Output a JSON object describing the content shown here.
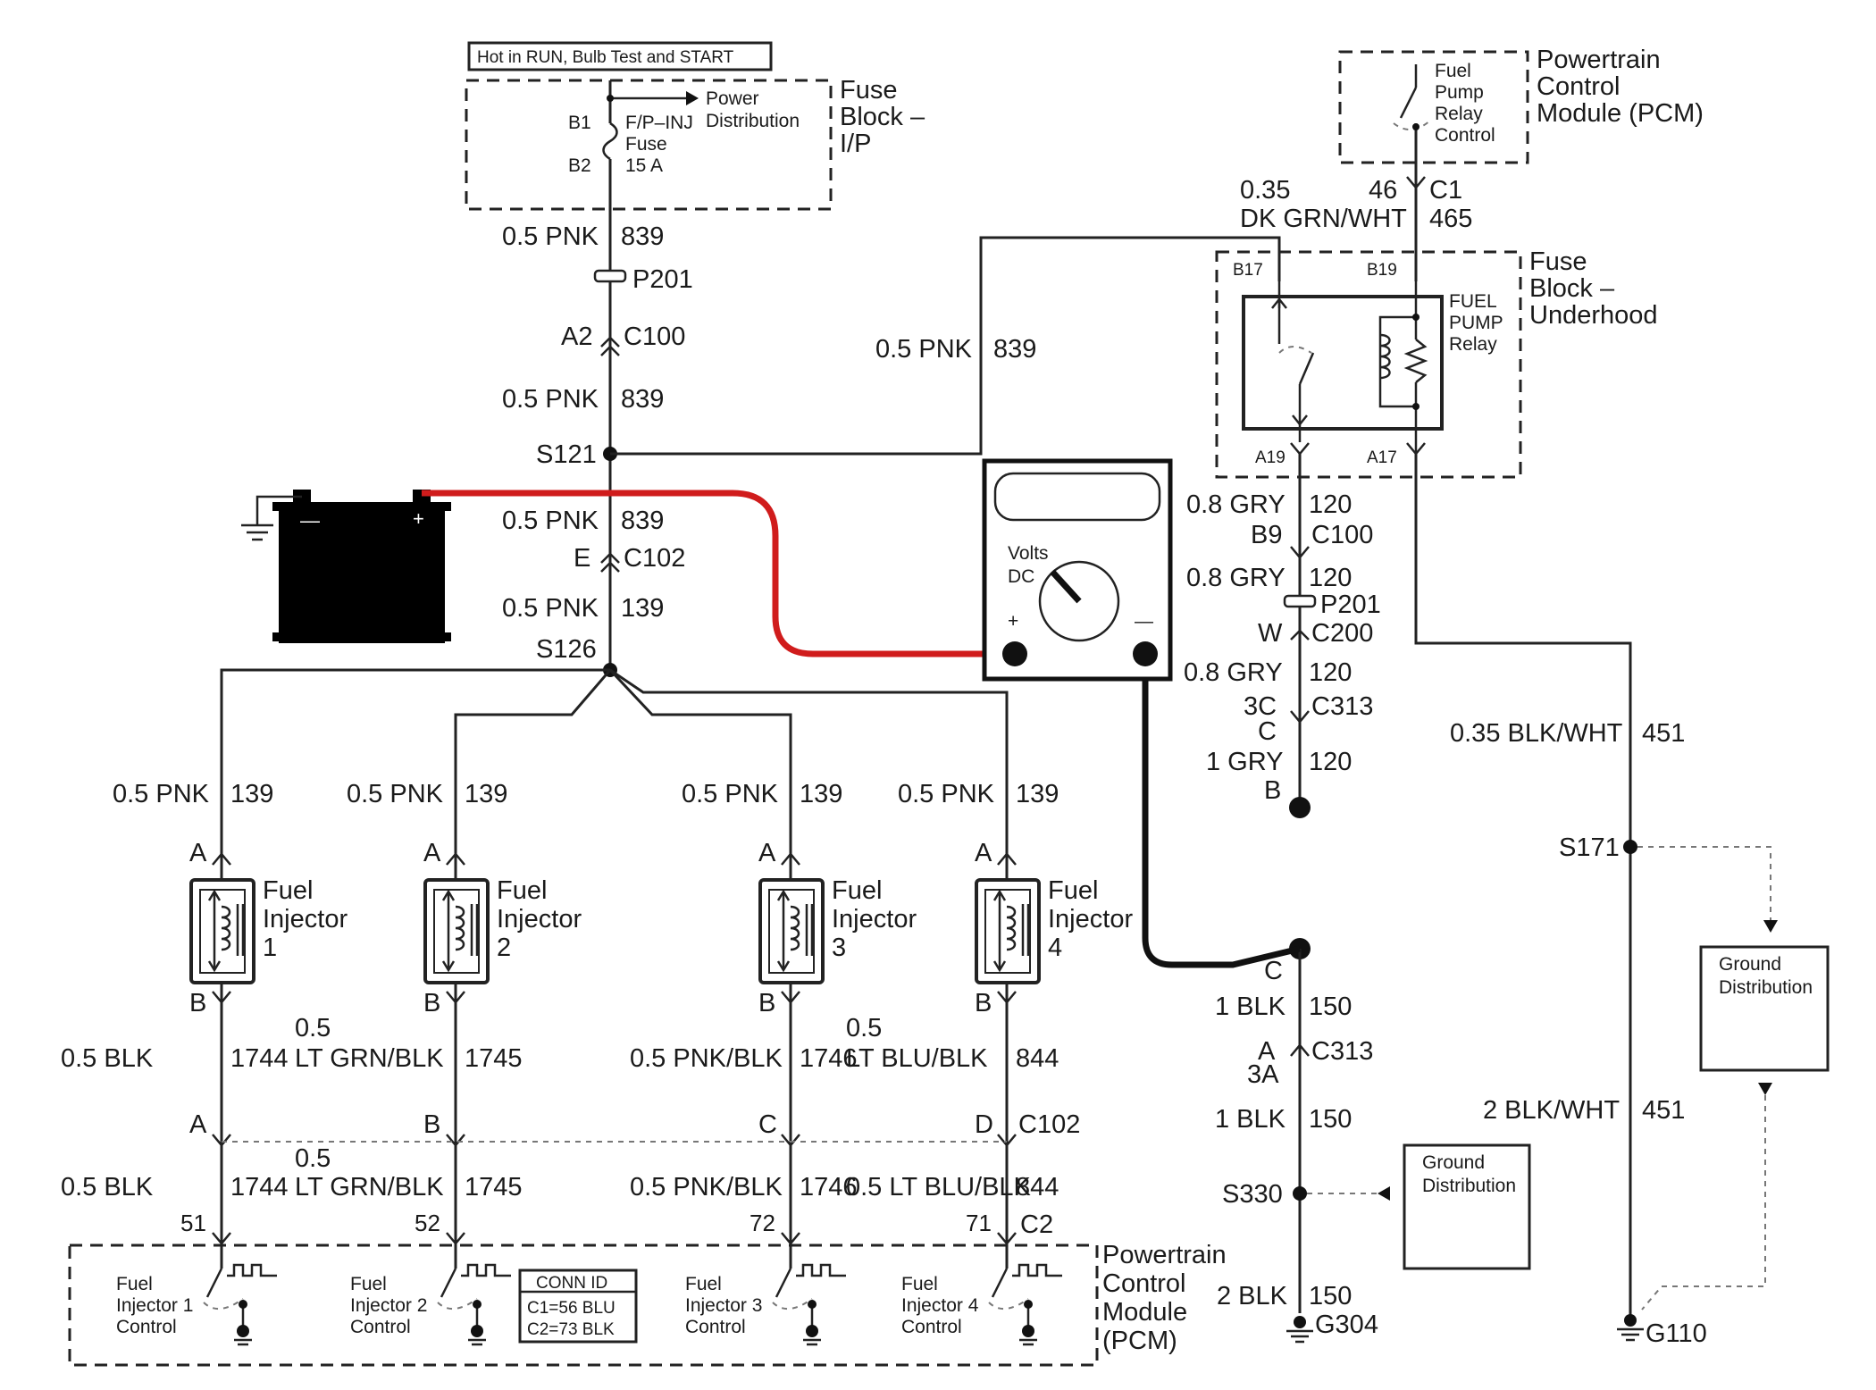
{
  "fuse_block_ip": {
    "hot_label": "Hot in RUN, Bulb Test and START",
    "title": [
      "Fuse",
      "Block –",
      "I/P"
    ],
    "pin_top": "B1",
    "pin_bottom": "B2",
    "fuse_label": [
      "F/P–INJ",
      "Fuse",
      "15 A"
    ],
    "power_dist": [
      "Power",
      "Distribution"
    ]
  },
  "pcm_top": {
    "title": [
      "Powertrain",
      "Control",
      "Module (PCM)"
    ],
    "relay_control": [
      "Fuel",
      "Pump",
      "Relay",
      "Control"
    ]
  },
  "fuse_block_underhood": {
    "title": [
      "Fuse",
      "Block –",
      "Underhood"
    ],
    "relay_label": [
      "FUEL",
      "PUMP",
      "Relay"
    ],
    "pins": {
      "b17": "B17",
      "b19": "B19",
      "a19": "A19",
      "a17": "A17"
    }
  },
  "main_feed": {
    "w1_gauge": "0.5 PNK",
    "w1_circ": "839",
    "p201": "P201",
    "a2": "A2",
    "c100": "C100",
    "w2_gauge": "0.5 PNK",
    "w2_circ": "839",
    "s121": "S121",
    "w3_gauge": "0.5 PNK",
    "w3_circ": "839",
    "e": "E",
    "c102": "C102",
    "w4_gauge": "0.5 PNK",
    "w4_circ": "139",
    "s126": "S126"
  },
  "relay_feed": {
    "top_gauge": "0.35",
    "top_color": "DK GRN/WHT",
    "pin46": "46",
    "c1": "C1",
    "c465": "465",
    "mid_gauge": "0.5 PNK",
    "mid_circ": "839"
  },
  "pump_circuit": {
    "w1_gauge": "0.8 GRY",
    "w1_circ": "120",
    "b9": "B9",
    "c100": "C100",
    "w2_gauge": "0.8 GRY",
    "w2_circ": "120",
    "p201": "P201",
    "w": "W",
    "c200": "C200",
    "w3_gauge": "0.8 GRY",
    "w3_circ": "120",
    "c3c": "3C",
    "c313": "C313",
    "c": "C",
    "w4_gauge": "1 GRY",
    "w4_circ": "120",
    "b": "B"
  },
  "ground_circuit": {
    "c": "C",
    "w1_gauge": "1 BLK",
    "w1_circ": "150",
    "a": "A",
    "c3a": "3A",
    "c313": "C313",
    "w2_gauge": "1 BLK",
    "w2_circ": "150",
    "s330": "S330",
    "w3_gauge": "2 BLK",
    "w3_circ": "150",
    "g304": "G304",
    "ground_dist": [
      "Ground",
      "Distribution"
    ]
  },
  "relay_ground": {
    "w1_gauge": "0.35 BLK/WHT",
    "w1_circ": "451",
    "s171": "S171",
    "w2_gauge": "2 BLK/WHT",
    "w2_circ": "451",
    "g110": "G110",
    "ground_dist": [
      "Ground",
      "Distribution"
    ]
  },
  "injectors": [
    {
      "label": [
        "Fuel",
        "Injector",
        "1"
      ],
      "feed_gauge": "0.5 PNK",
      "feed_circ": "139",
      "pin_a": "A",
      "pin_b": "B",
      "ctl_gauge": [
        "",
        "0.5 BLK"
      ],
      "ctl_circ": "1744",
      "c102_pin": "A",
      "pcm_gauge": [
        "",
        "0.5 BLK"
      ],
      "pcm_circ": "1744",
      "pcm_pin": "51",
      "pcm_label": [
        "Fuel",
        "Injector 1",
        "Control"
      ]
    },
    {
      "label": [
        "Fuel",
        "Injector",
        "2"
      ],
      "feed_gauge": "0.5 PNK",
      "feed_circ": "139",
      "pin_a": "A",
      "pin_b": "B",
      "ctl_gauge": [
        "0.5",
        "LT GRN/BLK"
      ],
      "ctl_circ": "1745",
      "c102_pin": "B",
      "pcm_gauge": [
        "0.5",
        "LT GRN/BLK"
      ],
      "pcm_circ": "1745",
      "pcm_pin": "52",
      "pcm_label": [
        "Fuel",
        "Injector 2",
        "Control"
      ]
    },
    {
      "label": [
        "Fuel",
        "Injector",
        "3"
      ],
      "feed_gauge": "0.5 PNK",
      "feed_circ": "139",
      "pin_a": "A",
      "pin_b": "B",
      "ctl_gauge": [
        "",
        "0.5 PNK/BLK"
      ],
      "ctl_circ": "1746",
      "c102_pin": "C",
      "pcm_gauge": [
        "",
        "0.5 PNK/BLK"
      ],
      "pcm_circ": "1746",
      "pcm_pin": "72",
      "pcm_label": [
        "Fuel",
        "Injector 3",
        "Control"
      ]
    },
    {
      "label": [
        "Fuel",
        "Injector",
        "4"
      ],
      "feed_gauge": "0.5 PNK",
      "feed_circ": "139",
      "pin_a": "A",
      "pin_b": "B",
      "ctl_gauge": [
        "0.5",
        "LT BLU/BLK"
      ],
      "ctl_circ": "844",
      "c102_pin": "D",
      "pcm_gauge": [
        "",
        "0.5 LT BLU/BLK"
      ],
      "pcm_circ": "844",
      "pcm_pin": "71",
      "pcm_label": [
        "Fuel",
        "Injector 4",
        "Control"
      ]
    }
  ],
  "c102_label": "C102",
  "c2_label": "C2",
  "pcm_bottom": {
    "title": [
      "Powertrain",
      "Control",
      "Module",
      "(PCM)"
    ],
    "conn_id": {
      "title": "CONN ID",
      "c1": "C1=56 BLU",
      "c2": "C2=73 BLK"
    }
  },
  "battery": {
    "neg": "—",
    "pos": "+"
  },
  "meter": {
    "mode": [
      "Volts",
      "DC"
    ],
    "pos": "+",
    "neg": "—"
  },
  "colors": {
    "test_lead_pos": "#d01c1c",
    "test_lead_neg": "#111111",
    "battery": "#000000"
  }
}
